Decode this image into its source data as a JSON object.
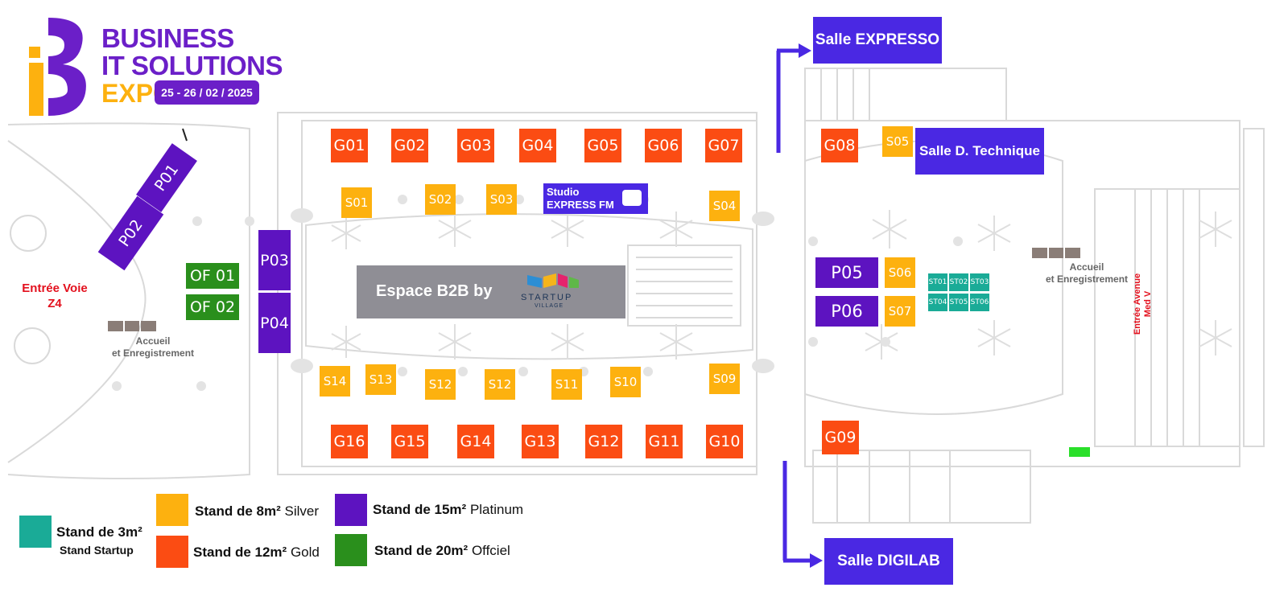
{
  "header": {
    "logo_lines": [
      "BUSINESS",
      "IT SOLUTIONS"
    ],
    "expo_word": "EXPO",
    "dates": "25 - 26 / 02 / 2025"
  },
  "colors": {
    "gold": "#fb4c13",
    "silver": "#fdb10f",
    "platinum": "#5d13c0",
    "official": "#2a8f1c",
    "startup": "#1aab97",
    "room": "#4a28e3",
    "entry": "#e3101d",
    "b2b": "#8f8e95"
  },
  "stands": {
    "gold": [
      "G01",
      "G02",
      "G03",
      "G04",
      "G05",
      "G06",
      "G07",
      "G08",
      "G09",
      "G10",
      "G11",
      "G12",
      "G13",
      "G14",
      "G15",
      "G16"
    ],
    "silver": [
      "S01",
      "S02",
      "S03",
      "S04",
      "S05",
      "S06",
      "S07",
      "S09",
      "S10",
      "S11",
      "S12",
      "S12",
      "S13",
      "S14"
    ],
    "platinum": [
      "P01",
      "P02",
      "P03",
      "P04",
      "P05",
      "P06"
    ],
    "official": [
      "OF 01",
      "OF 02"
    ],
    "startup": [
      "ST01",
      "ST02",
      "ST03",
      "ST04",
      "ST05",
      "ST06"
    ]
  },
  "rooms": {
    "expresso": "Salle EXPRESSO",
    "technique": "Salle D. Technique",
    "digilab": "Salle DIGILAB"
  },
  "studio": {
    "line1": "Studio",
    "line2": "EXPRESS FM"
  },
  "b2b": {
    "label": "Espace B2B by",
    "brand": "STARTUP",
    "brand_sub": "VILLAGE"
  },
  "entries": {
    "left_line1": "Entrée Voie",
    "left_line2": "Z4",
    "right_line1": "Entrée Avenue",
    "right_line2": "Med V"
  },
  "accueil": {
    "line1": "Accueil",
    "line2": "et Enregistrement"
  },
  "legend": {
    "startup_bold": "Stand de 3m²",
    "startup_sub": "Stand Startup",
    "silver_bold": "Stand de 8m²",
    "silver_word": "Silver",
    "gold_bold": "Stand de 12m²",
    "gold_word": "Gold",
    "platinum_bold": "Stand de 15m²",
    "platinum_word": "Platinum",
    "official_bold": "Stand de 20m²",
    "official_word": "Offciel"
  }
}
